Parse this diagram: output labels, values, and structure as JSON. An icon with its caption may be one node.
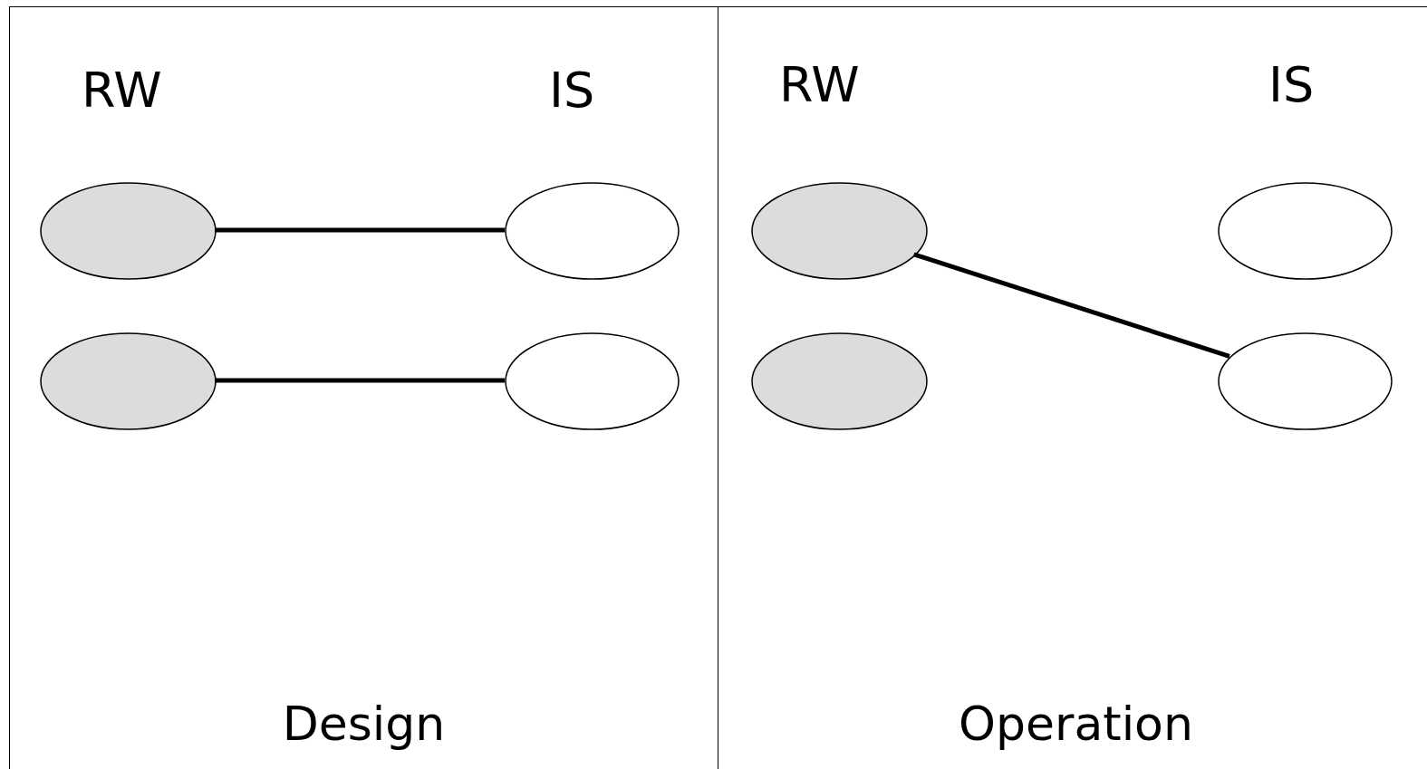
{
  "diagram": {
    "nodes": [
      {
        "text": [
          "Design"
        ]
      },
      {
        "text": [],
        "shape": "ellipse",
        "in": 0
      },
      {
        "text": [],
        "shape": "ellipse",
        "in": 0
      },
      {
        "text": [],
        "shape": "ellipse",
        "in": 0
      },
      {
        "text": [],
        "shape": "ellipse",
        "in": 0
      },
      {
        "text": [
          "Operation"
        ]
      },
      {
        "text": [],
        "shape": "ellipse",
        "in": 5
      },
      {
        "text": [],
        "shape": "ellipse",
        "in": 5
      },
      {
        "text": [],
        "shape": "ellipse",
        "in": 5
      },
      {
        "text": [],
        "shape": "ellipse",
        "in": 5
      }
    ],
    "edges": [
      {
        "from": 1,
        "to": 2,
        "arrow": "none"
      },
      {
        "from": 3,
        "to": 4,
        "arrow": "none"
      },
      {
        "from": 6,
        "to": 9,
        "arrow": "none"
      }
    ],
    "labels": [
      "RW",
      "IS",
      "RW",
      "IS"
    ]
  }
}
